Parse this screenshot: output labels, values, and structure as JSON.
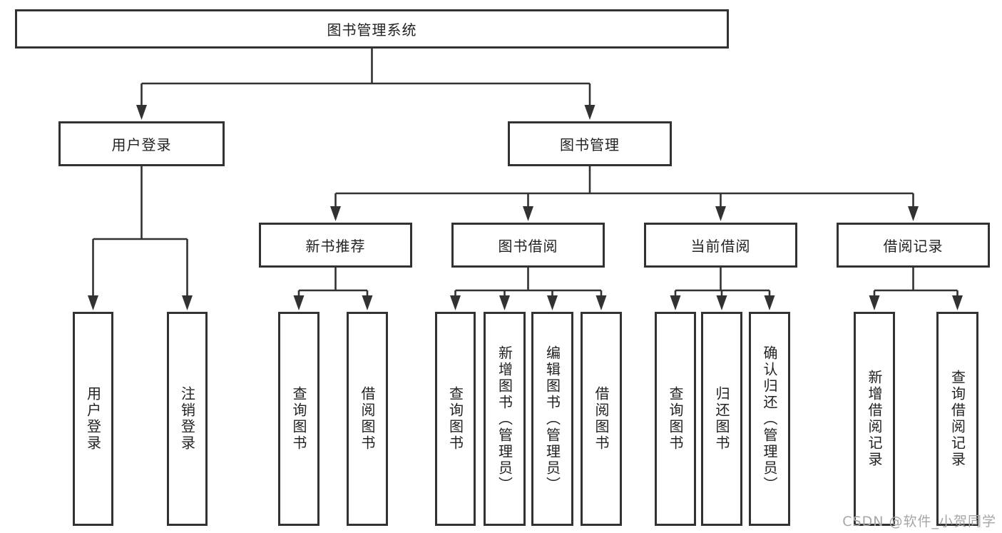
{
  "colors": {
    "line": "#323232",
    "box_border": "#323232",
    "box_fill": "#ffffff",
    "page_bg": "#ffffff",
    "text": "#222222",
    "watermark": "#a6a6a6"
  },
  "watermark": {
    "text": "CSDN @软件_小贺同学"
  },
  "diagram": {
    "root": {
      "label": "图书管理系统"
    },
    "level2": [
      {
        "label": "用户登录"
      },
      {
        "label": "图书管理"
      }
    ],
    "level3": [
      {
        "label": "新书推荐",
        "parent": "图书管理"
      },
      {
        "label": "图书借阅",
        "parent": "图书管理"
      },
      {
        "label": "当前借阅",
        "parent": "图书管理"
      },
      {
        "label": "借阅记录",
        "parent": "图书管理"
      }
    ],
    "leaves": [
      {
        "label": "用户登录",
        "parent": "用户登录"
      },
      {
        "label": "注销登录",
        "parent": "用户登录"
      },
      {
        "label": "查询图书",
        "parent": "新书推荐"
      },
      {
        "label": "借阅图书",
        "parent": "新书推荐"
      },
      {
        "label": "查询图书",
        "parent": "图书借阅"
      },
      {
        "label": "新增图书（管理员）",
        "parent": "图书借阅"
      },
      {
        "label": "编辑图书（管理员）",
        "parent": "图书借阅"
      },
      {
        "label": "借阅图书",
        "parent": "图书借阅"
      },
      {
        "label": "查询图书",
        "parent": "当前借阅"
      },
      {
        "label": "归还图书",
        "parent": "当前借阅"
      },
      {
        "label": "确认归还（管理员）",
        "parent": "当前借阅"
      },
      {
        "label": "新增借阅记录",
        "parent": "借阅记录"
      },
      {
        "label": "查询借阅记录",
        "parent": "借阅记录"
      }
    ]
  }
}
